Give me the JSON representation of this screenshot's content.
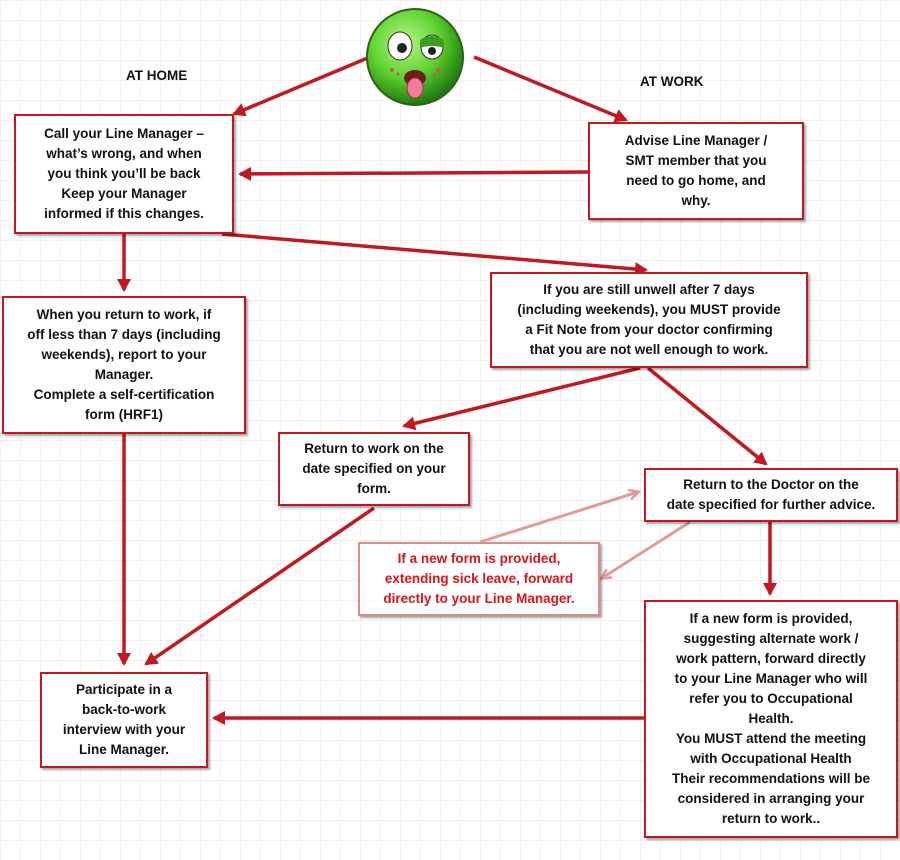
{
  "labels": {
    "at_home": "AT HOME",
    "at_work": "AT WORK"
  },
  "boxes": {
    "call_manager": [
      "Call your  Line Manager –",
      "what’s wrong, and when",
      "you think you’ll be back",
      "Keep your Manager",
      "informed if this changes."
    ],
    "advise_manager": [
      "Advise Line Manager /",
      "SMT member that you",
      "need to go home, and",
      "why."
    ],
    "return_under_7": [
      "When you return to work, if",
      "off less than 7 days (including",
      "weekends), report to your",
      "Manager.",
      "Complete a self-certification",
      "form (HRF1)"
    ],
    "unwell_7_days": [
      "If you are still unwell after 7 days",
      "(including weekends), you MUST provide",
      "a Fit Note from your doctor confirming",
      "that you are not well enough to work."
    ],
    "return_on_date": [
      "Return to work on the",
      "date specified on your",
      "form."
    ],
    "return_doctor": [
      "Return to the Doctor on the",
      "date specified for further advice."
    ],
    "new_form_extend": [
      "If a new form is provided,",
      "extending sick leave, forward",
      "directly to your Line Manager."
    ],
    "new_form_alternate": [
      "If a new form is provided,",
      "suggesting alternate work /",
      "work pattern, forward directly",
      "to your Line Manager who will",
      "refer you to Occupational",
      "Health.",
      "You MUST attend the meeting",
      "with Occupational Health",
      "Their recommendations will be",
      "considered in arranging your",
      "return to work.."
    ],
    "back_to_work": [
      "Participate in a",
      "back-to-work",
      "interview with your",
      "Line Manager."
    ]
  },
  "colors": {
    "arrow": "#c0191f",
    "faded_arrow": "#e29a9a",
    "box_border": "#c0191f",
    "note_text": "#d9141b",
    "face": "#5fd32e"
  },
  "icons": {
    "face": "sick-face-icon"
  }
}
